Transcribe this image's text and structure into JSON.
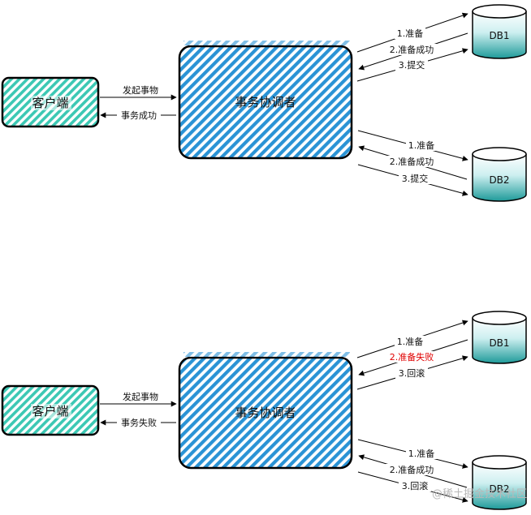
{
  "scenarios": [
    {
      "client_label": "客户端",
      "coordinator_label": "事务协调者",
      "request_label": "发起事物",
      "response_label": "事务成功",
      "db1": {
        "name": "DB1",
        "messages": [
          "1.准备",
          "2.准备成功",
          "3.提交"
        ]
      },
      "db2": {
        "name": "DB2",
        "messages": [
          "1.准备",
          "2.准备成功",
          "3.提交"
        ]
      }
    },
    {
      "client_label": "客户端",
      "coordinator_label": "事务协调者",
      "request_label": "发起事物",
      "response_label": "事务失败",
      "db1": {
        "name": "DB1",
        "messages": [
          "1.准备",
          "2.准备失败",
          "3.回滚"
        ]
      },
      "db2": {
        "name": "DB2",
        "messages": [
          "1.准备",
          "2.准备成功",
          "3.回滚"
        ]
      }
    }
  ],
  "colors": {
    "coordinator_hatch": "#2a93d5",
    "client_hatch": "#3cc8b4",
    "db_light": "#e8fafa",
    "db_dark": "#1e9a99",
    "failure_text": "#e00000"
  },
  "watermark": "@稀土掘金技术社区"
}
